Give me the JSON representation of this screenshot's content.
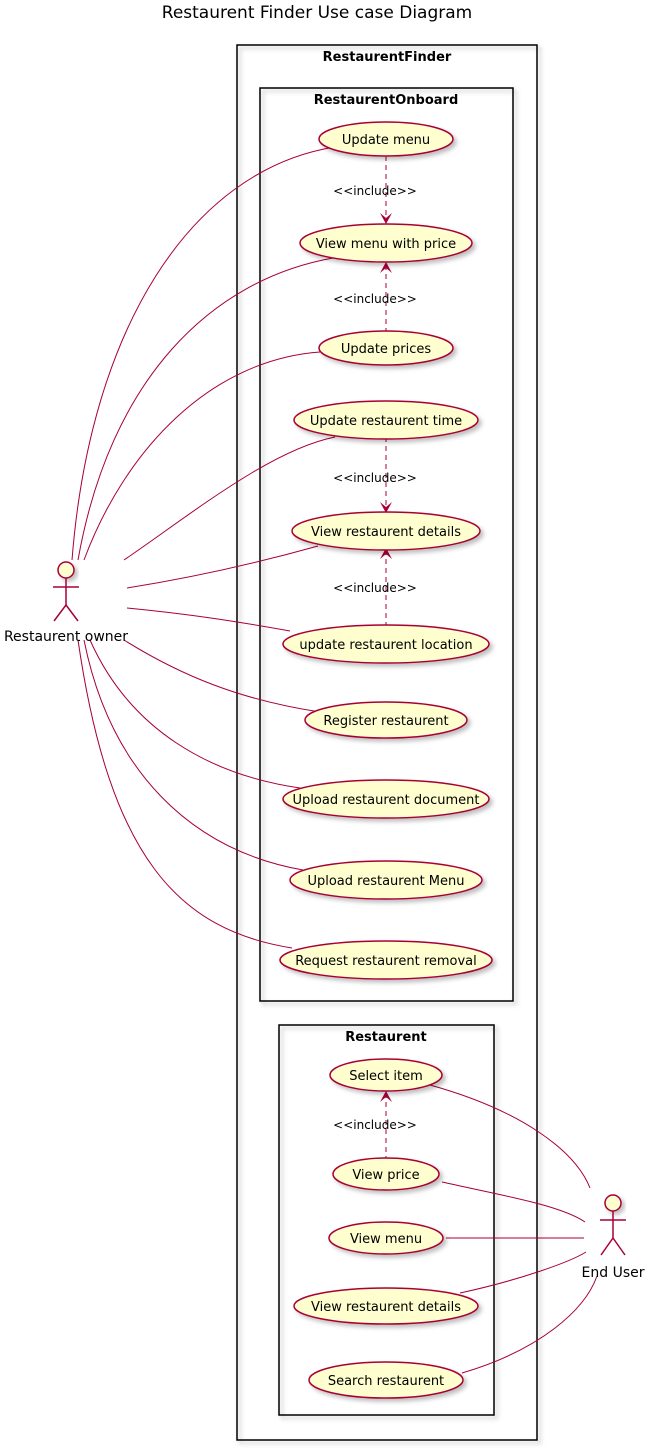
{
  "title": "Restaurent Finder Use case Diagram",
  "colors": {
    "line": "#A80036",
    "fill": "#FEFECE",
    "border": "#000000",
    "shadow": "#cccccc"
  },
  "actors": {
    "owner": {
      "label": "Restaurent owner"
    },
    "user": {
      "label": "End User"
    }
  },
  "packages": {
    "finder": {
      "label": "RestaurentFinder"
    },
    "onboard": {
      "label": "RestaurentOnboard"
    },
    "restaurent": {
      "label": "Restaurent"
    }
  },
  "usecases": {
    "update_menu": "Update menu",
    "view_menu_price": "View menu with price",
    "update_prices": "Update prices",
    "update_time": "Update restaurent time",
    "view_details_onboard": "View restaurent details",
    "update_location": "update restaurent location",
    "register": "Register restaurent",
    "upload_document": "Upload restaurent document",
    "upload_menu": "Upload restaurent Menu",
    "request_removal": "Request restaurent removal",
    "select_item": "Select item",
    "view_price": "View price",
    "view_menu": "View menu",
    "view_details": "View restaurent details",
    "search": "Search restaurent"
  },
  "include_label": "<<include>>"
}
